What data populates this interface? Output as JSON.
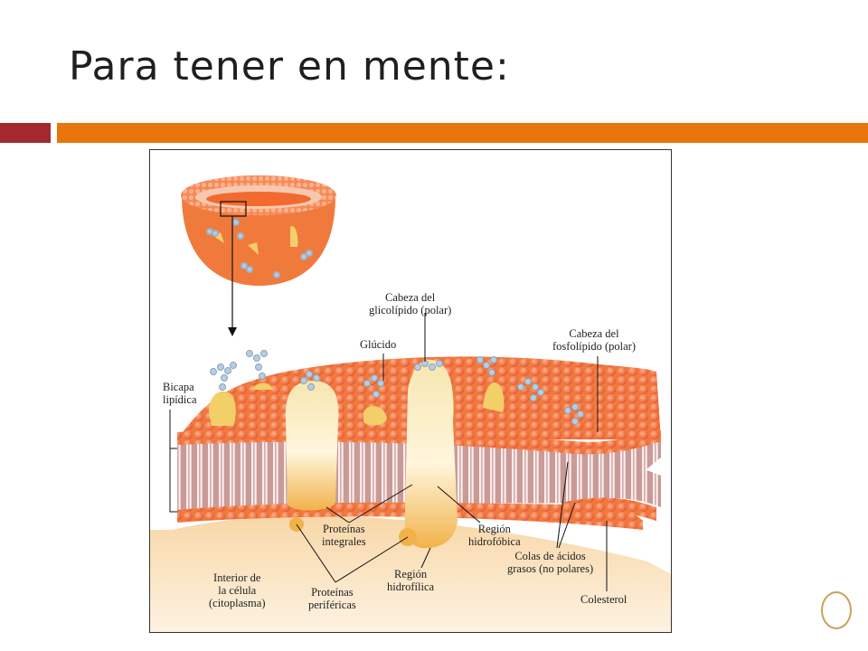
{
  "slide": {
    "title": "Para tener en mente:",
    "accent_red": "#a4282f",
    "accent_orange": "#e8760c"
  },
  "diagram": {
    "labels": {
      "cabeza_glicolipido": "Cabeza del\nglicolípido (polar)",
      "glucido": "Glúcido",
      "cabeza_fosfolipido": "Cabeza del\nfosfolípido (polar)",
      "bicapa": "Bicapa\nlipídica",
      "proteinas_integrales": "Proteínas\nintegrales",
      "region_hidrofobica": "Región\nhidrofóbica",
      "colas_acidos": "Colas de ácidos\ngrasos (no polares)",
      "interior_celula": "Interior de\nla célula\n(citoplasma)",
      "proteinas_perifericas": "Proteínas\nperiféricas",
      "region_hidrofilica": "Región\nhidrofílica",
      "colesterol": "Colesterol"
    },
    "colors": {
      "membrane_orange": "#f07a3c",
      "head_orange": "#f26a2e",
      "tail_pink": "#c99a96",
      "protein_yellow": "#f3cf6a",
      "cytoplasm": "#f7dcb0",
      "glycan_blue": "#9ab4cc"
    }
  }
}
